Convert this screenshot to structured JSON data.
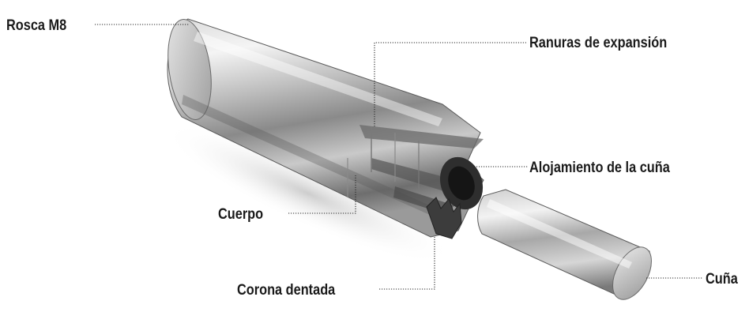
{
  "diagram": {
    "subject": "anchor-exploded-view",
    "labels": {
      "rosca": "Rosca M8",
      "ranuras": "Ranuras de expansión",
      "alojamiento": "Alojamiento de la cuña",
      "cuerpo": "Cuerpo",
      "corona": "Corona dentada",
      "cuna": "Cuña"
    },
    "colors": {
      "metal_light": "#e4e4e4",
      "metal_mid": "#a9a9a9",
      "metal_dark": "#4a4a4a",
      "label_text": "#1a1a1a",
      "background": "#ffffff"
    }
  }
}
